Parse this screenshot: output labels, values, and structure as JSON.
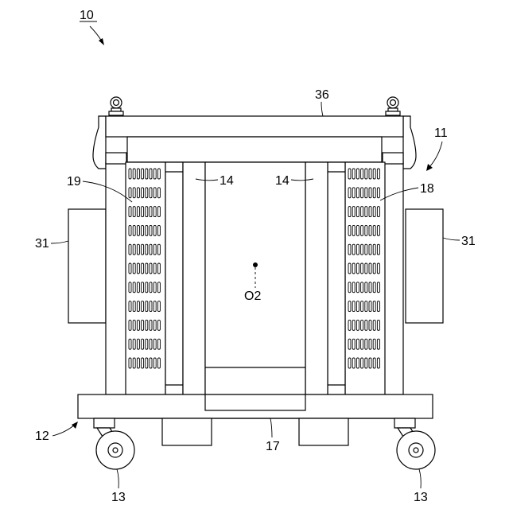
{
  "figure": {
    "ref_main": "10",
    "labels": {
      "label_36": "36",
      "label_11": "11",
      "label_19": "19",
      "label_18": "18",
      "label_14_left": "14",
      "label_14_right": "14",
      "label_31_left": "31",
      "label_31_right": "31",
      "label_o2": "O2",
      "label_12": "12",
      "label_17": "17",
      "label_13_left": "13",
      "label_13_right": "13"
    }
  }
}
